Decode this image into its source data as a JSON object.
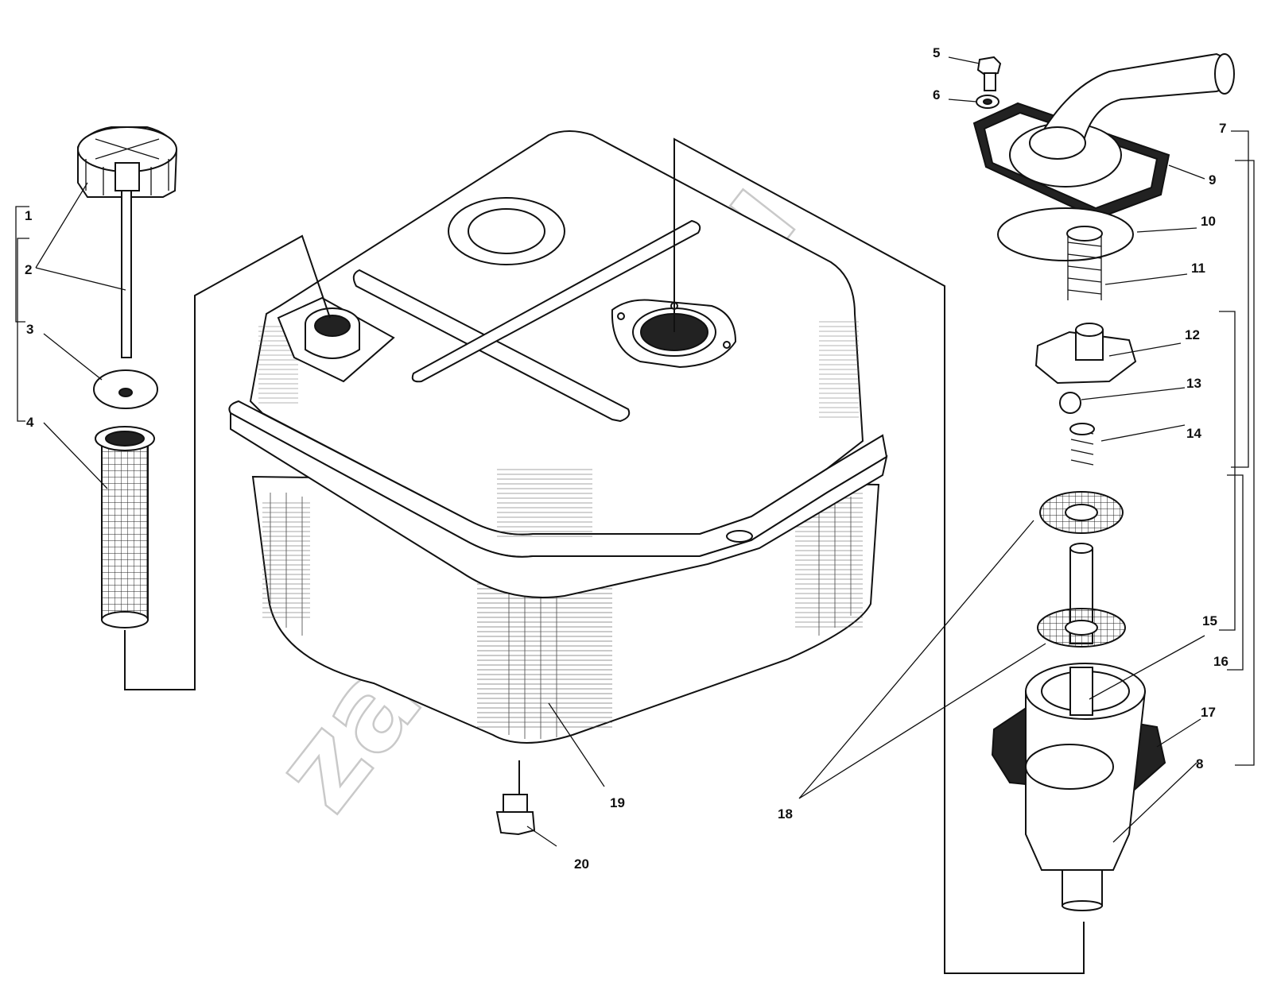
{
  "watermark": "zap-kam.ru",
  "callouts": {
    "c1": "1",
    "c2": "2",
    "c3": "3",
    "c4": "4",
    "c5": "5",
    "c6": "6",
    "c7": "7",
    "c8": "8",
    "c9": "9",
    "c10": "10",
    "c11": "11",
    "c12": "12",
    "c13": "13",
    "c14": "14",
    "c15": "15",
    "c16": "16",
    "c17": "17",
    "c18": "18",
    "c19": "19",
    "c20": "20"
  }
}
